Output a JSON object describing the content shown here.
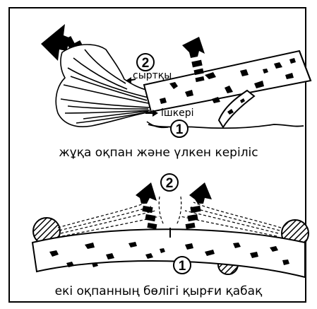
{
  "panel_top": {
    "label_outer": "сыртқы",
    "label_inner": "ішкері",
    "marker_1": "1",
    "marker_2": "2",
    "caption": "жұқа оқпан және үлкен керіліс"
  },
  "panel_bottom": {
    "marker_1": "1",
    "marker_2": "2",
    "caption": "екі оқпанның бөлігі қырғи қабақ"
  }
}
